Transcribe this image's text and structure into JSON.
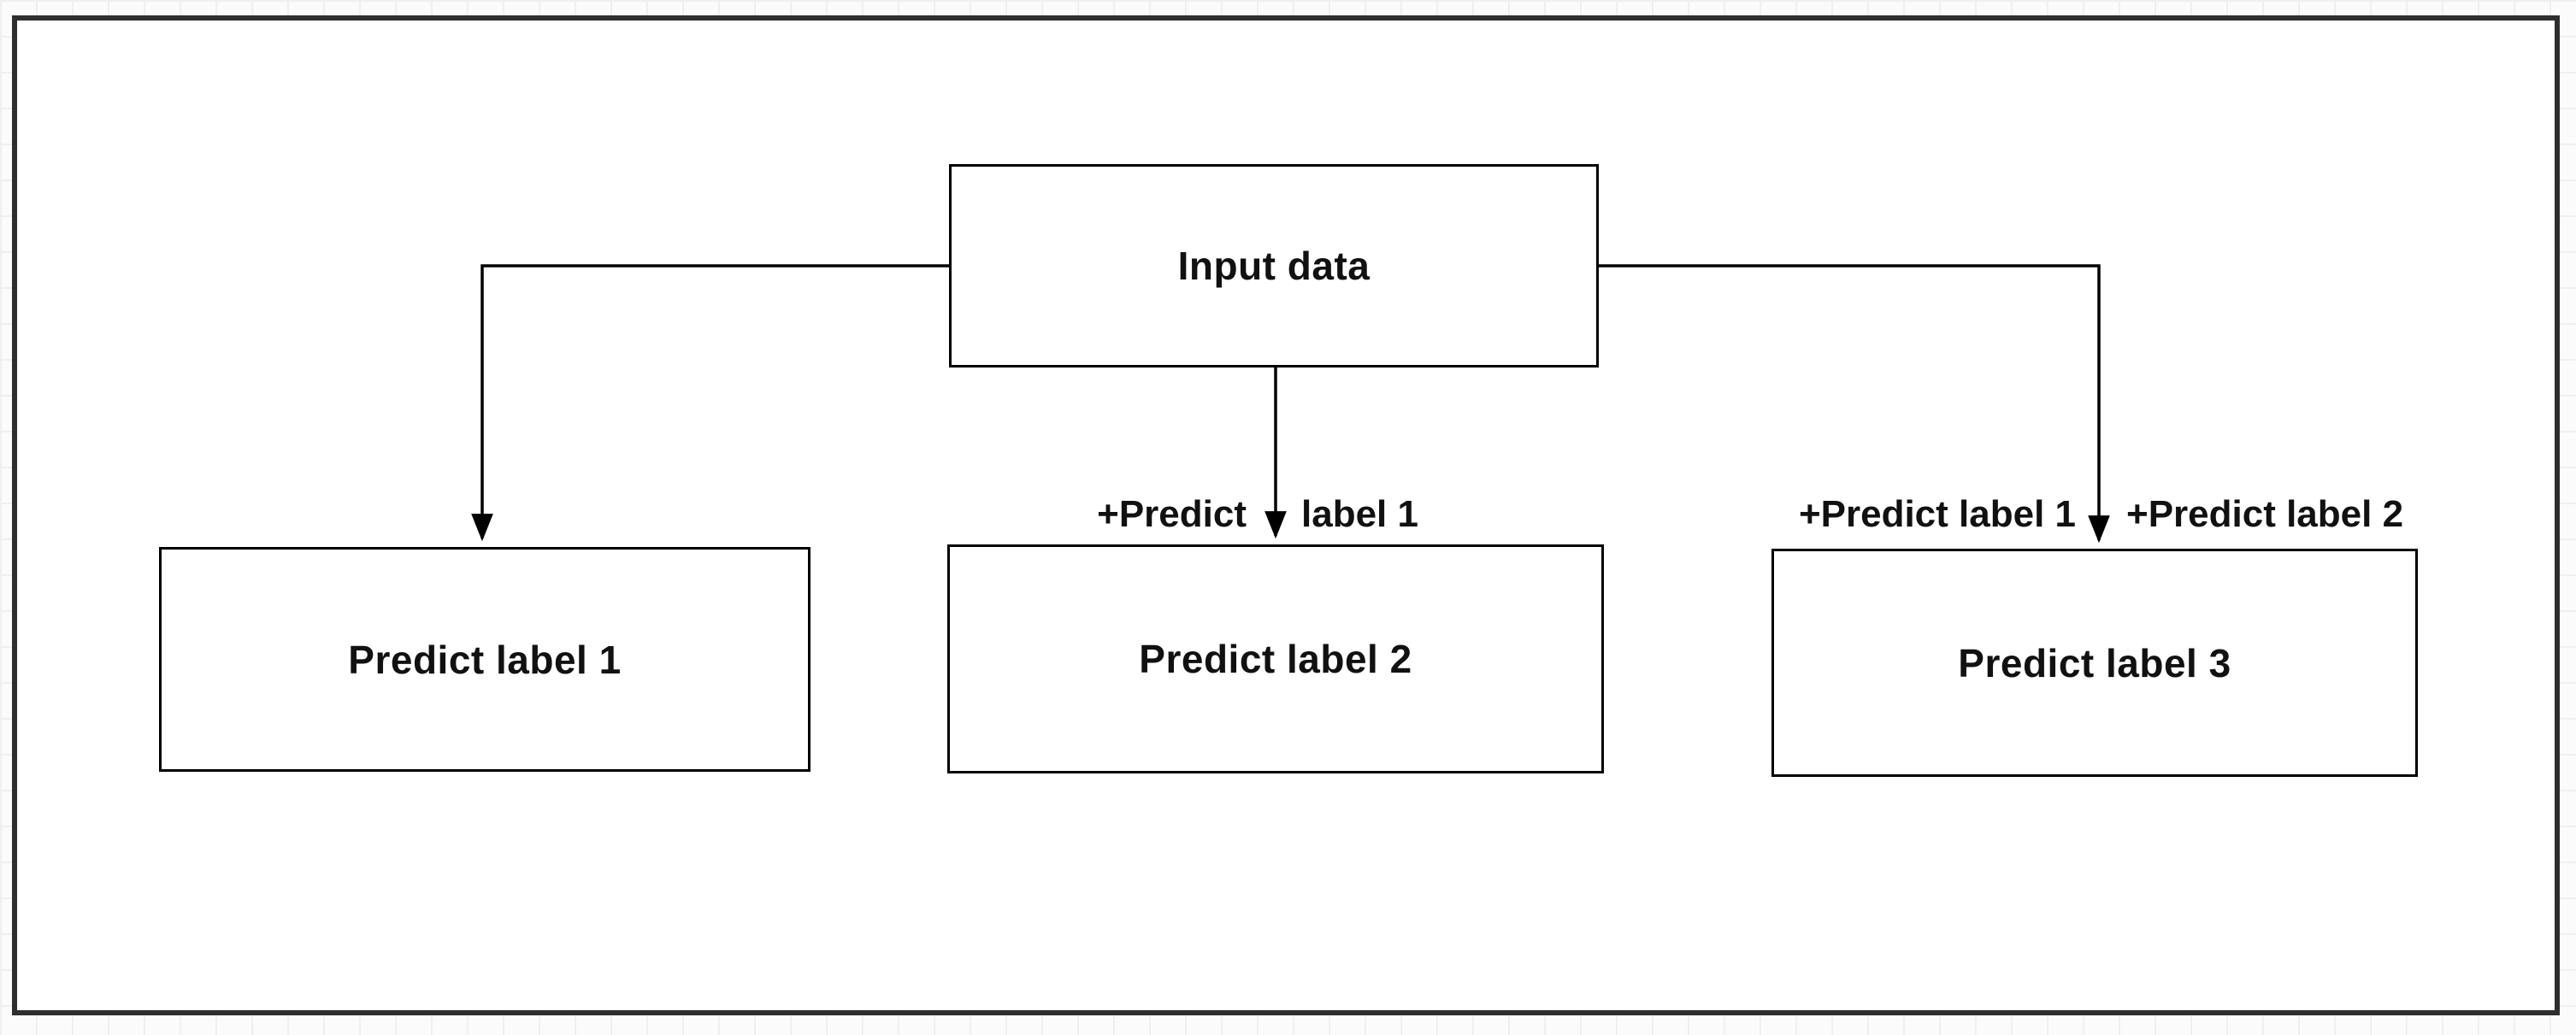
{
  "diagram": {
    "nodes": {
      "input": {
        "label": "Input data"
      },
      "predict1": {
        "label": "Predict label 1"
      },
      "predict2": {
        "label": "Predict label 2"
      },
      "predict3": {
        "label": "Predict label 3"
      }
    },
    "edge_labels": {
      "mid_left": "+Predict",
      "mid_right": "label 1",
      "right_left": "+Predict label 1",
      "right_right": "+Predict label 2"
    },
    "colors": {
      "stroke": "#000000",
      "frame_border": "#2e2e2e",
      "node_fill": "#ffffff",
      "text": "#111111",
      "canvas_grid": "#efefef"
    }
  }
}
